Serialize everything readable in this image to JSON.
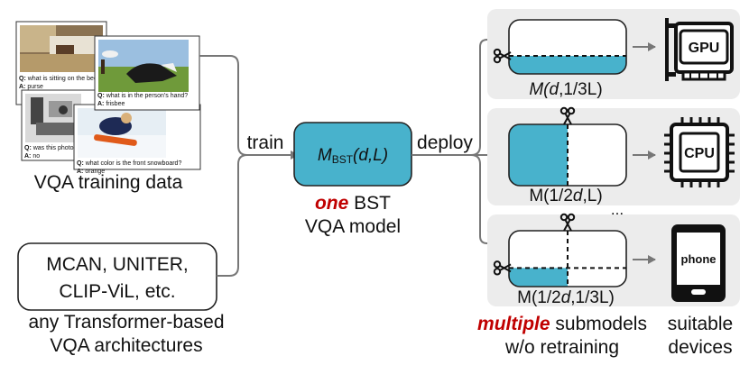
{
  "photos": [
    {
      "question": "what is sitting on the bed?",
      "answer": "purse"
    },
    {
      "question": "what is in the person's hand?",
      "answer": "frisbee"
    },
    {
      "question": "what color is the front snowboard?",
      "answer": "orange"
    },
    {
      "question": "was this photo taken recently?",
      "answer": "no"
    }
  ],
  "qa_prefix": {
    "q": "Q:",
    "a": "A:"
  },
  "training_data_label": "VQA training data",
  "architectures_box": {
    "line1": "MCAN, UNITER,",
    "line2": "CLIP-ViL, etc."
  },
  "architectures_caption": {
    "line1": "any Transformer-based",
    "line2": "VQA architectures"
  },
  "train_label": "train",
  "deploy_label": "deploy",
  "model": {
    "symbol": "M",
    "subscript": "BST",
    "args": "(d,L)"
  },
  "model_caption": {
    "emph": "one",
    "rest": " BST",
    "line2": "VQA model"
  },
  "submodels": [
    {
      "label_pre": "M(",
      "label_var": "d",
      "label_post": ",1/3L)",
      "depth_fraction": 0.333,
      "width_fraction": 1.0,
      "device": "GPU"
    },
    {
      "label_pre": "M(1/2",
      "label_var": "d",
      "label_post": ",L)",
      "depth_fraction": 1.0,
      "width_fraction": 0.5,
      "device": "CPU"
    },
    {
      "label_pre": "M(1/2",
      "label_var": "d",
      "label_post": ",1/3L)",
      "depth_fraction": 0.333,
      "width_fraction": 0.5,
      "device": "phone"
    }
  ],
  "ellipsis": "...",
  "submodels_caption": {
    "emph": "multiple",
    "rest": " submodels",
    "line2": "w/o retraining"
  },
  "devices_caption": {
    "line1": "suitable",
    "line2": "devices"
  },
  "colors": {
    "teal": "#48b2cc",
    "red": "#c00000",
    "panel": "#ececec",
    "arrow": "#777777"
  },
  "icons": [
    "scissors-icon",
    "gpu-card-icon",
    "cpu-chip-icon",
    "phone-icon"
  ]
}
